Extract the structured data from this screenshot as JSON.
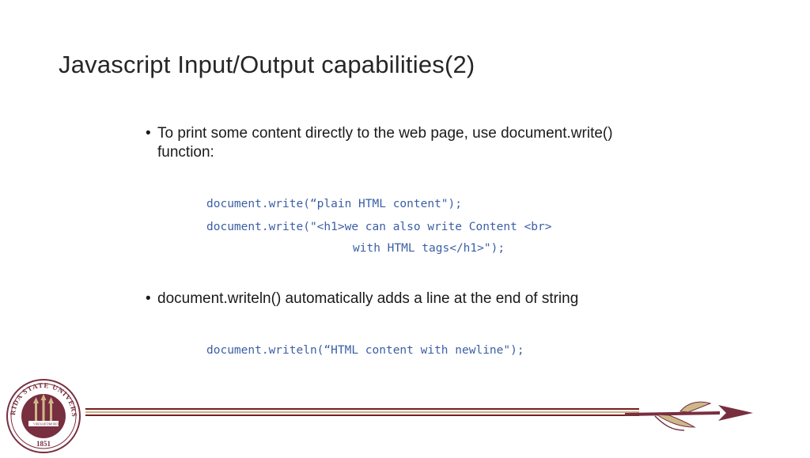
{
  "slide": {
    "title": "Javascript Input/Output capabilities(2)",
    "bullet1": "To print some content directly to the web page, use document.write() function:",
    "bullet1_line1": "To print some content directly to the web page, use document.write()",
    "bullet1_line2": "function:",
    "code1_line1": "document.write(“plain HTML content\");",
    "code1_line2": "document.write(\"<h1>we can also write Content <br>",
    "code1_line3": "with HTML tags</h1>\");",
    "bullet2": "document.writeln() automatically adds a line at the end of string",
    "code2_line1": "document.writeln(“HTML content with newline\");",
    "bullet_char": "•"
  },
  "footer": {
    "seal_text_top": "FLORIDA STATE UNIVERSITY",
    "seal_year": "1851",
    "seal_banner_left": "VIRES",
    "seal_banner_mid": "ARTES",
    "seal_banner_right": "MORES",
    "colors": {
      "garnet": "#782F40",
      "gold": "#CEB888"
    }
  }
}
